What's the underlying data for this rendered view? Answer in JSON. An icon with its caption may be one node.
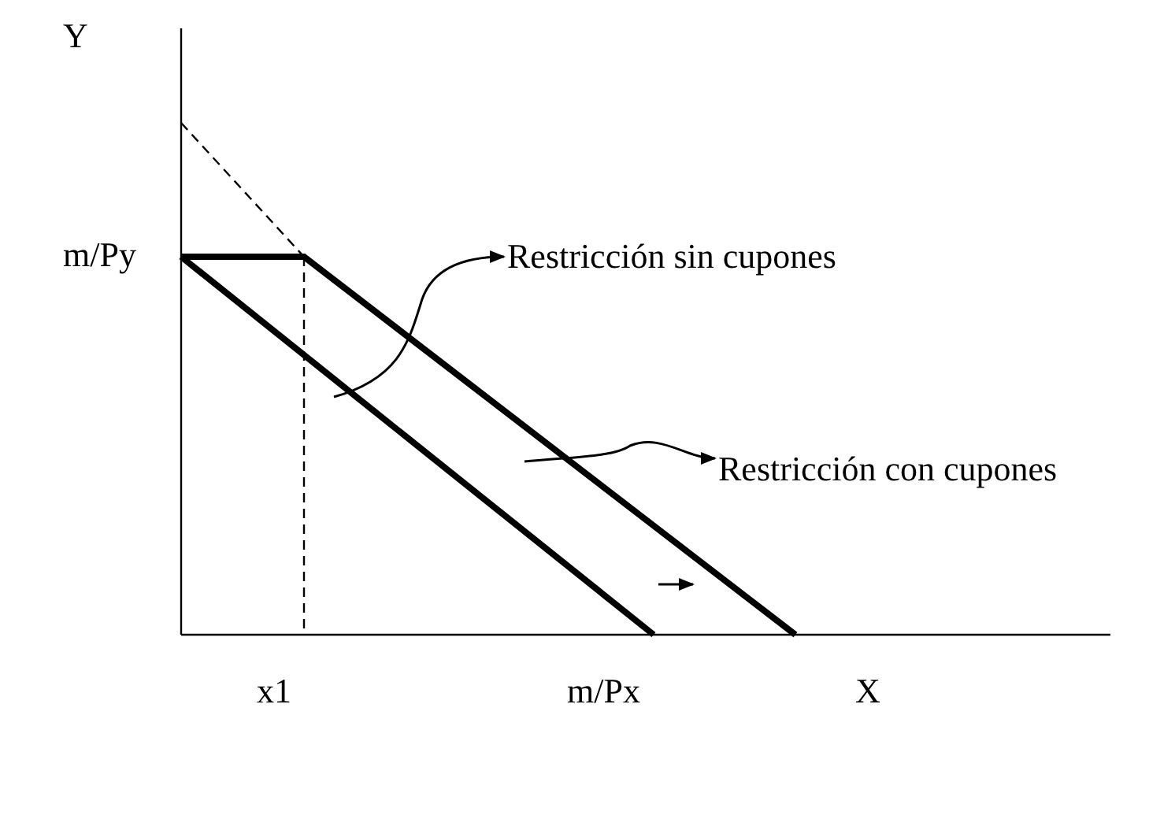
{
  "diagram": {
    "nodes": [
      {
        "text": [
          "Restricción sin cupones"
        ]
      },
      {
        "text": [
          "Restricción con cupones"
        ]
      }
    ],
    "edges": [
      {
        "from": null,
        "to": 0,
        "arrow": "to"
      },
      {
        "from": null,
        "to": 1,
        "arrow": "to"
      }
    ],
    "labels": [
      "Y",
      "m/Py",
      "x1",
      "m/Px",
      "X"
    ]
  }
}
